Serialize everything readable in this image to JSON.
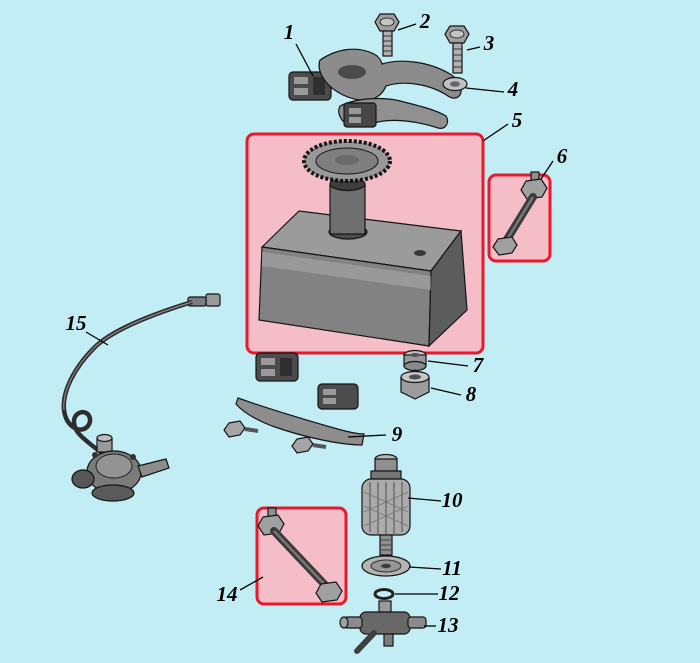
{
  "diagram": {
    "type": "exploded-parts-diagram",
    "subject": "Fuel tank assembly exploded view",
    "background_color": "#c2edf4",
    "highlight_fill": "#f5bdc8",
    "highlight_border": "#e9192d",
    "highlighted_callouts": [
      "5",
      "6",
      "14"
    ],
    "callouts": [
      {
        "number": "1",
        "part": "mounting pad"
      },
      {
        "number": "2",
        "part": "hex bolt"
      },
      {
        "number": "3",
        "part": "hex bolt"
      },
      {
        "number": "4",
        "part": "washer"
      },
      {
        "number": "5",
        "part": "fuel tank"
      },
      {
        "number": "6",
        "part": "fuel hose upper"
      },
      {
        "number": "7",
        "part": "grommet bushing"
      },
      {
        "number": "8",
        "part": "outlet nut"
      },
      {
        "number": "9",
        "part": "mounting strap"
      },
      {
        "number": "10",
        "part": "fuel filter"
      },
      {
        "number": "11",
        "part": "bowl washer"
      },
      {
        "number": "12",
        "part": "o-ring"
      },
      {
        "number": "13",
        "part": "fuel shut-off valve"
      },
      {
        "number": "14",
        "part": "fuel hose lower"
      },
      {
        "number": "15",
        "part": "fuel line with pump"
      }
    ]
  }
}
